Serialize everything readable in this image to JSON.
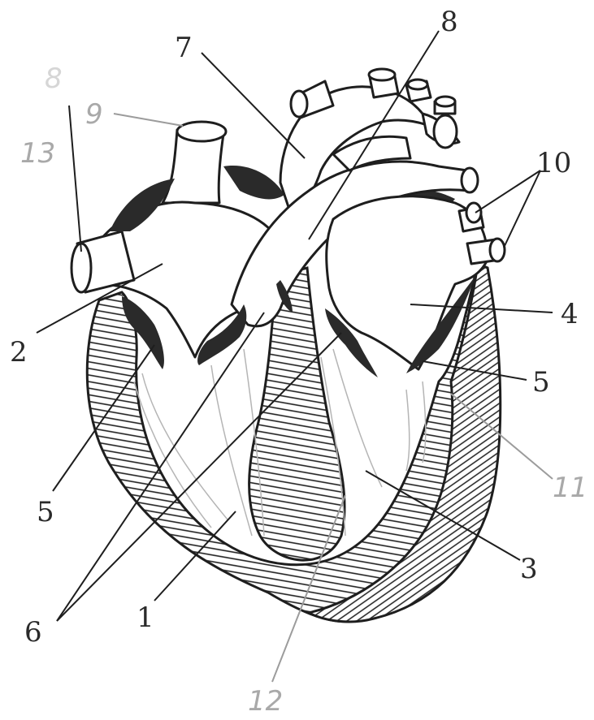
{
  "labels": {
    "l1": "1",
    "l2": "2",
    "l3": "3",
    "l4": "4",
    "l5_left": "5",
    "l5_right": "5",
    "l6": "6",
    "l7": "7",
    "l8": "8",
    "l9": "9",
    "l10": "10",
    "l11": "11",
    "l12": "12",
    "l13": "13",
    "l_faint": "8"
  },
  "colors": {
    "ink": "#1e1e1e",
    "shade": "#2a2a2a",
    "pencil": "#a9a9a9",
    "paper": "#ffffff"
  }
}
